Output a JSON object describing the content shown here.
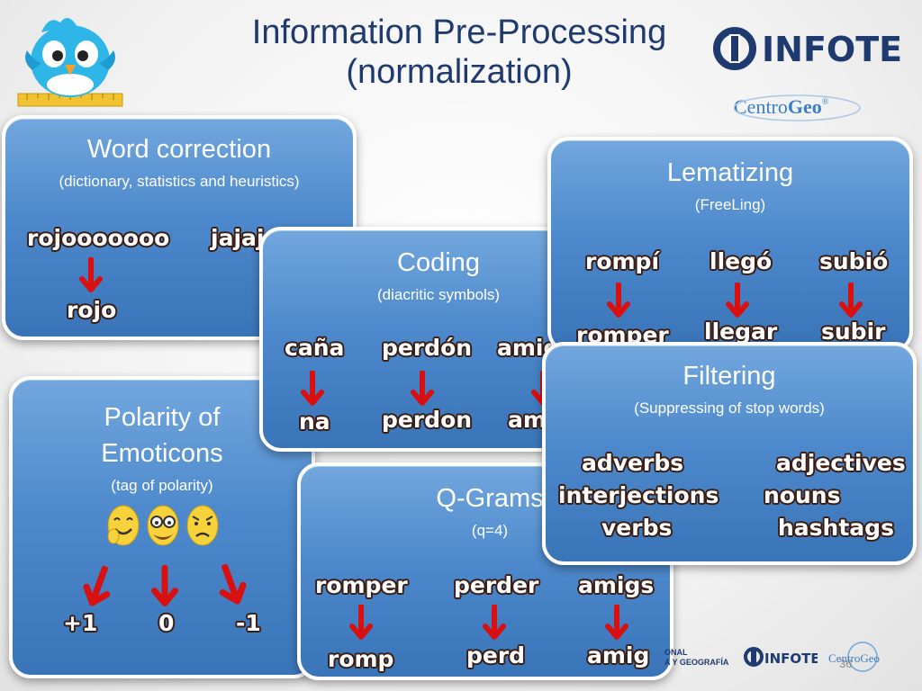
{
  "title": {
    "line1": "Information Pre-Processing",
    "line2": "(normalization)"
  },
  "logos": {
    "infotec": "INFOTEC",
    "centrogeo_a": "Centro",
    "centrogeo_b": "Geo",
    "reg": "®"
  },
  "word_correction": {
    "title": "Word correction",
    "subtitle": "(dictionary, statistics and heuristics)",
    "words": [
      "rojooooooo",
      "jajajaj",
      "rojo"
    ]
  },
  "coding": {
    "title": "Coding",
    "subtitle": "(diacritic symbols)",
    "words": [
      "caña",
      "perdón",
      "amig",
      "na",
      "perdon",
      "am"
    ]
  },
  "lematizing": {
    "title": "Lematizing",
    "subtitle": "(FreeLing)",
    "words": [
      "rompí",
      "llegó",
      "subió",
      "romper",
      "llegar",
      "subir"
    ]
  },
  "filtering": {
    "title": "Filtering",
    "subtitle": "(Suppressing of stop words)",
    "words": [
      "adverbs",
      "adjectives",
      "interjections",
      "nouns",
      "verbs",
      "hashtags"
    ]
  },
  "polarity": {
    "title_line1": "Polarity of",
    "title_line2": "Emoticons",
    "subtitle": "(tag of polarity)",
    "values": [
      "+1",
      "0",
      "-1"
    ],
    "emoticons": [
      "smile-emoticon",
      "glasses-emoticon",
      "angry-emoticon"
    ]
  },
  "qgrams": {
    "title": "Q-Grams",
    "subtitle": "(q=4)",
    "words": [
      "romper",
      "perder",
      "amigs",
      "romp",
      "perd",
      "amig"
    ]
  },
  "footer": {
    "line1": "ONAL",
    "line2": "A Y GEOGRAFÍA",
    "infotec": "INFOTEC",
    "centrogeo": "CentroGeo",
    "page": "36"
  },
  "colors": {
    "title": "#1f3a6e",
    "card": "#4d89cc",
    "arrow": "#d81010",
    "word_outline": "#3a1e14"
  }
}
